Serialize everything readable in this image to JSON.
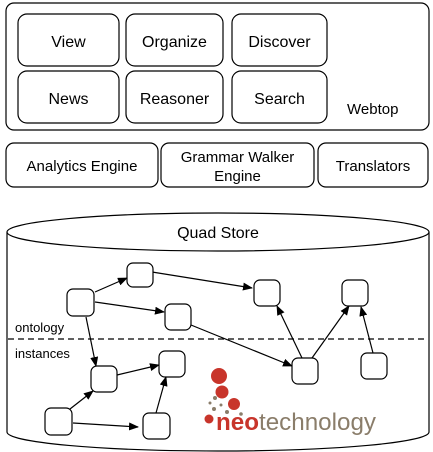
{
  "webtop": {
    "label": "Webtop",
    "modules": [
      "View",
      "Organize",
      "Discover",
      "News",
      "Reasoner",
      "Search"
    ]
  },
  "engines": {
    "analytics": "Analytics Engine",
    "grammar_walker_line1": "Grammar Walker",
    "grammar_walker_line2": "Engine",
    "translators": "Translators"
  },
  "store": {
    "title": "Quad Store",
    "ontology_label": "ontology",
    "instances_label": "instances"
  },
  "logo": {
    "word_neo": "neo",
    "word_technology": "technology",
    "neo_color": "#c8352b",
    "technology_color": "#8a7d6a"
  }
}
